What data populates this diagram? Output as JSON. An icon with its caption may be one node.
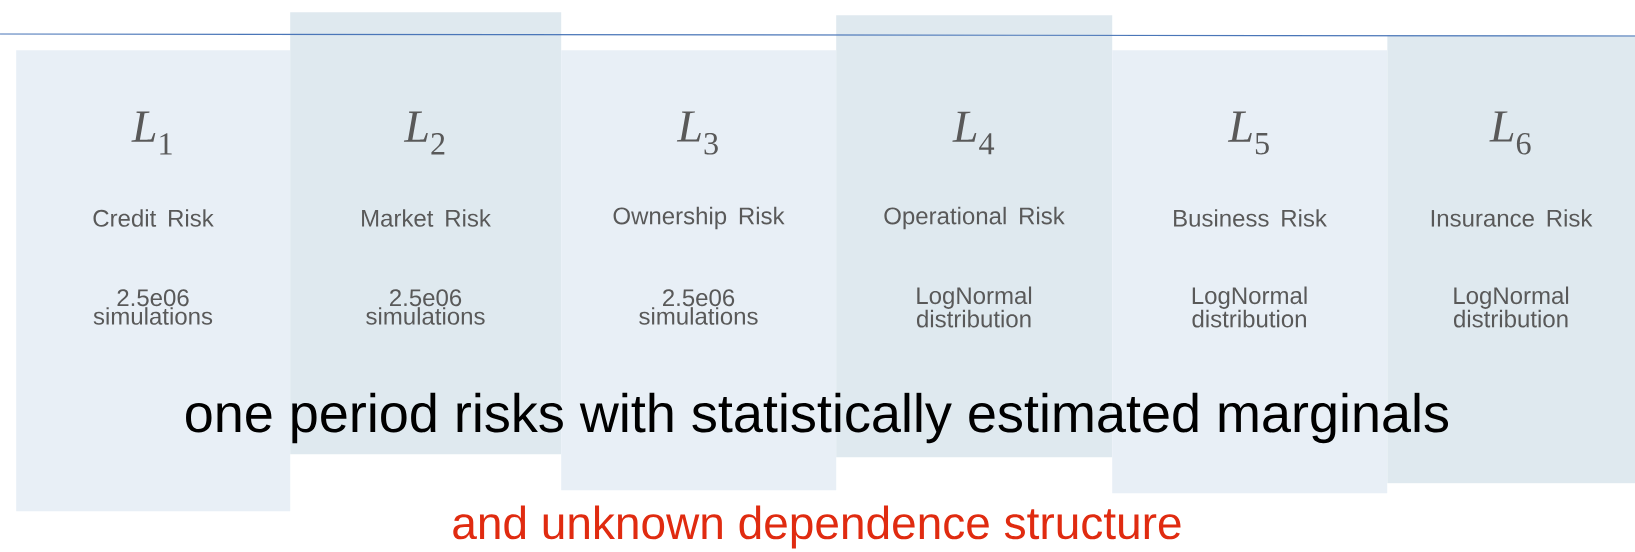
{
  "diagram": {
    "nodes": [
      {
        "text": [
          "*L*$_{1}$",
          "Credit Risk",
          "2.5e06 simulations"
        ]
      },
      {
        "text": [
          "*L*$_{2}$",
          "Market Risk",
          "2.5e06 simulations"
        ]
      },
      {
        "text": [
          "*L*$_{3}$",
          "Ownership Risk",
          "2.5e06 simulations"
        ]
      },
      {
        "text": [
          "*L*$_{4}$",
          "Operational Risk",
          "LogNormal distribution"
        ]
      },
      {
        "text": [
          "*L*$_{5}$",
          "Business Risk",
          "LogNormal distribution"
        ]
      },
      {
        "text": [
          "*L*$_{6}$",
          "Insurance Risk",
          "LogNormal distribution"
        ]
      }
    ],
    "labels": [
      "one period risks with statistically estimated marginals",
      "and unknown dependence structure"
    ]
  }
}
